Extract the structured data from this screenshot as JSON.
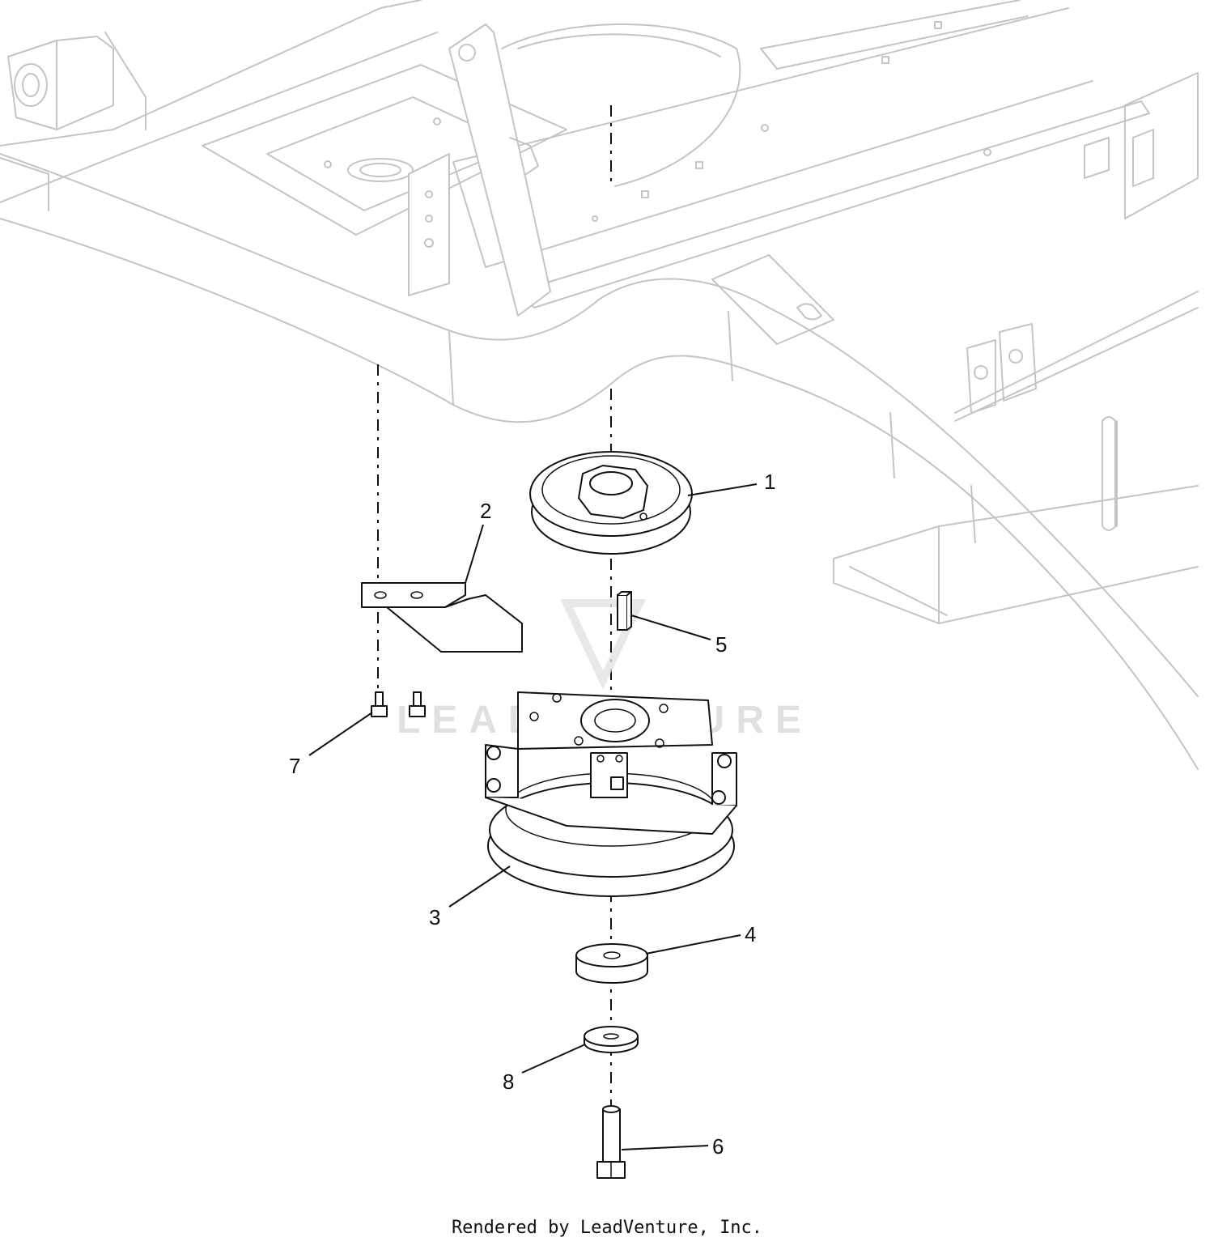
{
  "diagram": {
    "callouts": [
      {
        "number": "1"
      },
      {
        "number": "2"
      },
      {
        "number": "3"
      },
      {
        "number": "4"
      },
      {
        "number": "5"
      },
      {
        "number": "6"
      },
      {
        "number": "7"
      },
      {
        "number": "8"
      }
    ],
    "watermark_text": "LEADVENTURE",
    "line_color": "#111111",
    "frame_color": "#c4c4c4"
  },
  "footer": {
    "credit": "Rendered by LeadVenture, Inc."
  }
}
